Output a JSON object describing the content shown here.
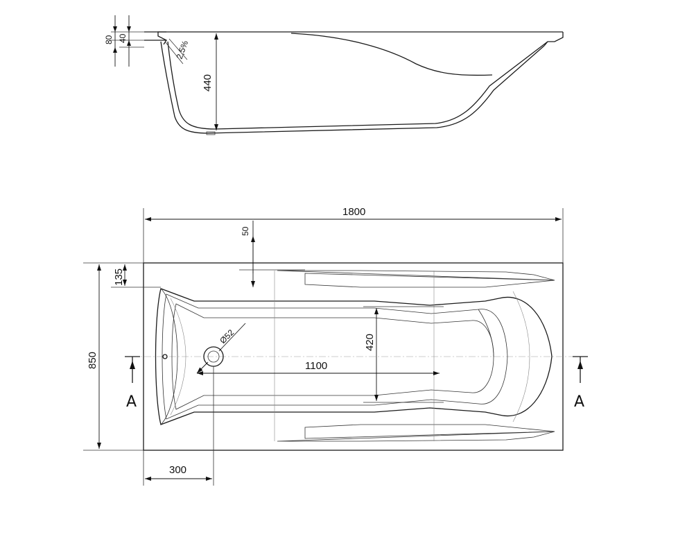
{
  "side_view": {
    "dim_rim_height": "80",
    "dim_rim_step": "40",
    "dim_slope": "2,5%",
    "dim_depth": "440"
  },
  "top_view": {
    "dim_length": "1800",
    "dim_offset_top": "50",
    "dim_rim_width": "135",
    "dim_width": "850",
    "dim_drain_diameter": "Ø52",
    "dim_inner_width": "420",
    "dim_inner_length": "1100",
    "dim_drain_offset": "300"
  },
  "section_marks": {
    "left": "A",
    "right": "A"
  }
}
